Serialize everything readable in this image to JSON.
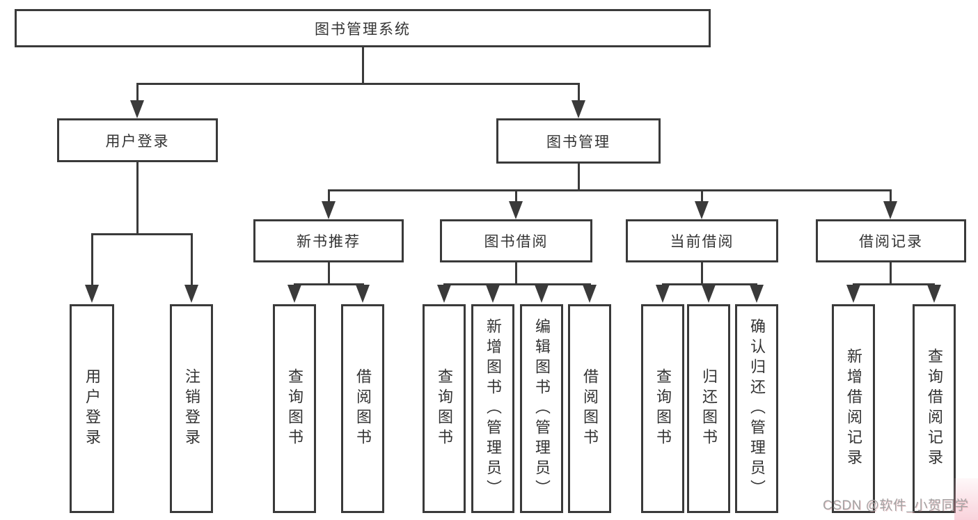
{
  "diagram": {
    "root_label": "图书管理系统",
    "level2": {
      "user_login": "用户登录",
      "book_management": "图书管理"
    },
    "level3": {
      "new_book_recommend": "新书推荐",
      "book_borrow": "图书借阅",
      "current_borrow": "当前借阅",
      "borrow_records": "借阅记录"
    },
    "leaves": {
      "user_login": [
        "用户登录",
        "注销登录"
      ],
      "new_book_recommend": [
        "查询图书",
        "借阅图书"
      ],
      "book_borrow": [
        "查询图书",
        "新增图书（管理员）",
        "编辑图书（管理员）",
        "借阅图书"
      ],
      "current_borrow": [
        "查询图书",
        "归还图书",
        "确认归还（管理员）"
      ],
      "borrow_records": [
        "新增借阅记录",
        "查询借阅记录"
      ]
    }
  },
  "watermark": {
    "text": "CSDN @软件_小贺同学"
  },
  "colors": {
    "line": "#3a3a3a",
    "text": "#333333",
    "background": "#ffffff",
    "watermark_gray": "#a3a3a3",
    "watermark_accent_pink": "#f3a6b8"
  }
}
